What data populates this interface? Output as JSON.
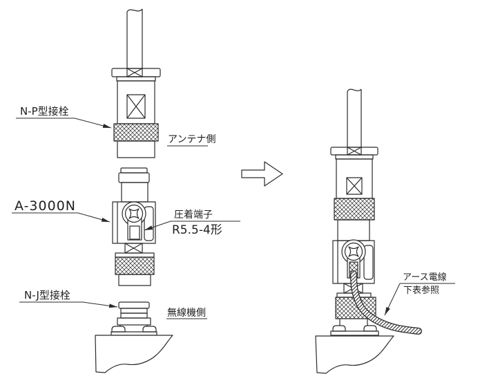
{
  "colors": {
    "background": "#ffffff",
    "line": "#2a2a2a",
    "text": "#1f1f1f"
  },
  "labels": {
    "np_connector": "N-P型接栓",
    "antenna_side": "アンテナ側",
    "adapter_model": "A-3000N",
    "crimp_terminal": "圧着端子",
    "crimp_terminal_type": "R5.5-4形",
    "nj_connector": "N-J型接栓",
    "radio_side": "無線機側",
    "earth_wire": "アース電線",
    "earth_wire_note": "下表参照"
  }
}
